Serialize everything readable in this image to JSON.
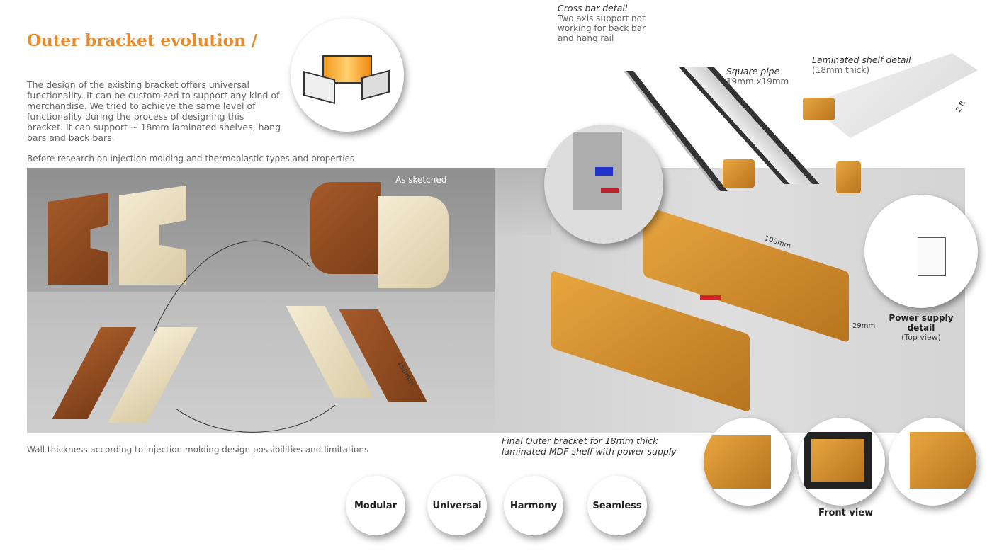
{
  "title": "Outer bracket evolution /",
  "intro": "The design of the existing bracket offers universal functionality. It can be customized to support any kind of merchandise. We tried to achieve the same level of functionality during the process of designing this bracket. It can support ~ 18mm laminated shelves, hang bars and back bars.",
  "before_caption": "Before research on injection molding and thermoplastic types and properties",
  "as_sketched": "As sketched",
  "dim_150": "150mm",
  "wall_caption": "Wall thickness according to injection molding design possibilities and limitations",
  "cross_bar": {
    "title": "Cross bar detail",
    "text": "Two axis support not working for back bar and hang rail"
  },
  "square_pipe": {
    "title": "Square pipe",
    "text": "19mm x19mm"
  },
  "shelf": {
    "title": "Laminated shelf detail",
    "text": "(18mm thick)",
    "dim": "2 ft"
  },
  "dim_100": "100mm",
  "dim_29": "29mm",
  "power": {
    "title": "Power supply detail",
    "sub": "(Top view)"
  },
  "final_caption": "Final Outer bracket for 18mm thick laminated MDF shelf with power supply",
  "front_view": "Front view",
  "features": [
    "Modular",
    "Universal",
    "Harmony",
    "Seamless"
  ]
}
